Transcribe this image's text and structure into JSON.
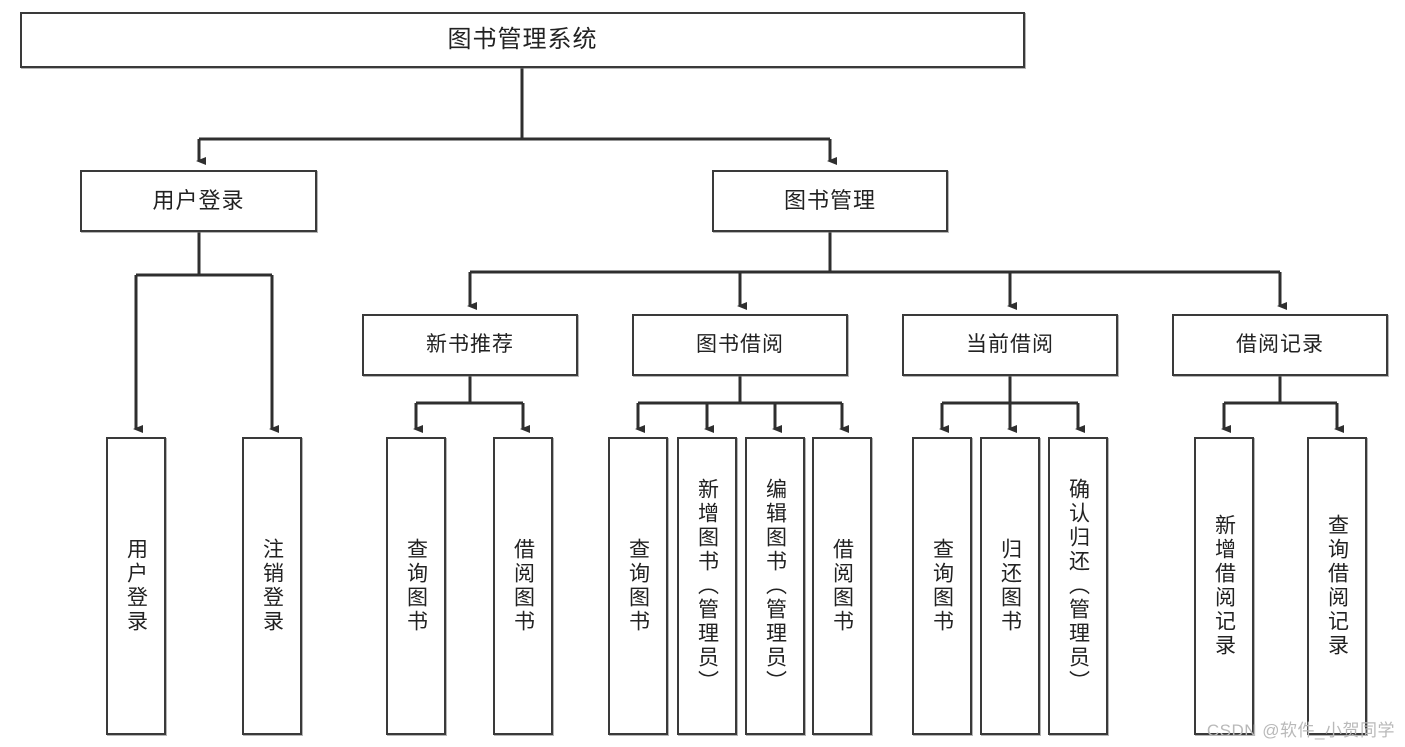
{
  "diagram": {
    "title": "图书管理系统",
    "type": "tree-hierarchy",
    "root": {
      "id": "root",
      "label": "图书管理系统"
    },
    "level2": [
      {
        "id": "user-login",
        "label": "用户登录"
      },
      {
        "id": "book-management",
        "label": "图书管理"
      }
    ],
    "level3": [
      {
        "id": "new-book-recommend",
        "label": "新书推荐",
        "parent": "book-management"
      },
      {
        "id": "book-borrow",
        "label": "图书借阅",
        "parent": "book-management"
      },
      {
        "id": "current-borrow",
        "label": "当前借阅",
        "parent": "book-management"
      },
      {
        "id": "borrow-record",
        "label": "借阅记录",
        "parent": "book-management"
      }
    ],
    "leaves": {
      "user_login": [
        {
          "id": "leaf-user-login",
          "label": "用户登录"
        },
        {
          "id": "leaf-logout-login",
          "label": "注销登录"
        }
      ],
      "new_book_recommend": [
        {
          "id": "leaf-query-book-1",
          "label": "查询图书"
        },
        {
          "id": "leaf-borrow-book-1",
          "label": "借阅图书"
        }
      ],
      "book_borrow": [
        {
          "id": "leaf-query-book-2",
          "label": "查询图书"
        },
        {
          "id": "leaf-add-book",
          "label": "新增图书（管理员）"
        },
        {
          "id": "leaf-edit-book",
          "label": "编辑图书（管理员）"
        },
        {
          "id": "leaf-borrow-book-2",
          "label": "借阅图书"
        }
      ],
      "current_borrow": [
        {
          "id": "leaf-query-book-3",
          "label": "查询图书"
        },
        {
          "id": "leaf-return-book",
          "label": "归还图书"
        },
        {
          "id": "leaf-confirm-return",
          "label": "确认归还（管理员）"
        }
      ],
      "borrow_record": [
        {
          "id": "leaf-add-record",
          "label": "新增借阅记录"
        },
        {
          "id": "leaf-query-record",
          "label": "查询借阅记录"
        }
      ]
    },
    "colors": {
      "stroke": "#3a3a3a",
      "fill": "#ffffff",
      "text": "#222222",
      "watermark": "#b9b9b9"
    }
  },
  "watermark": {
    "text": "CSDN @软件_小贺同学"
  }
}
